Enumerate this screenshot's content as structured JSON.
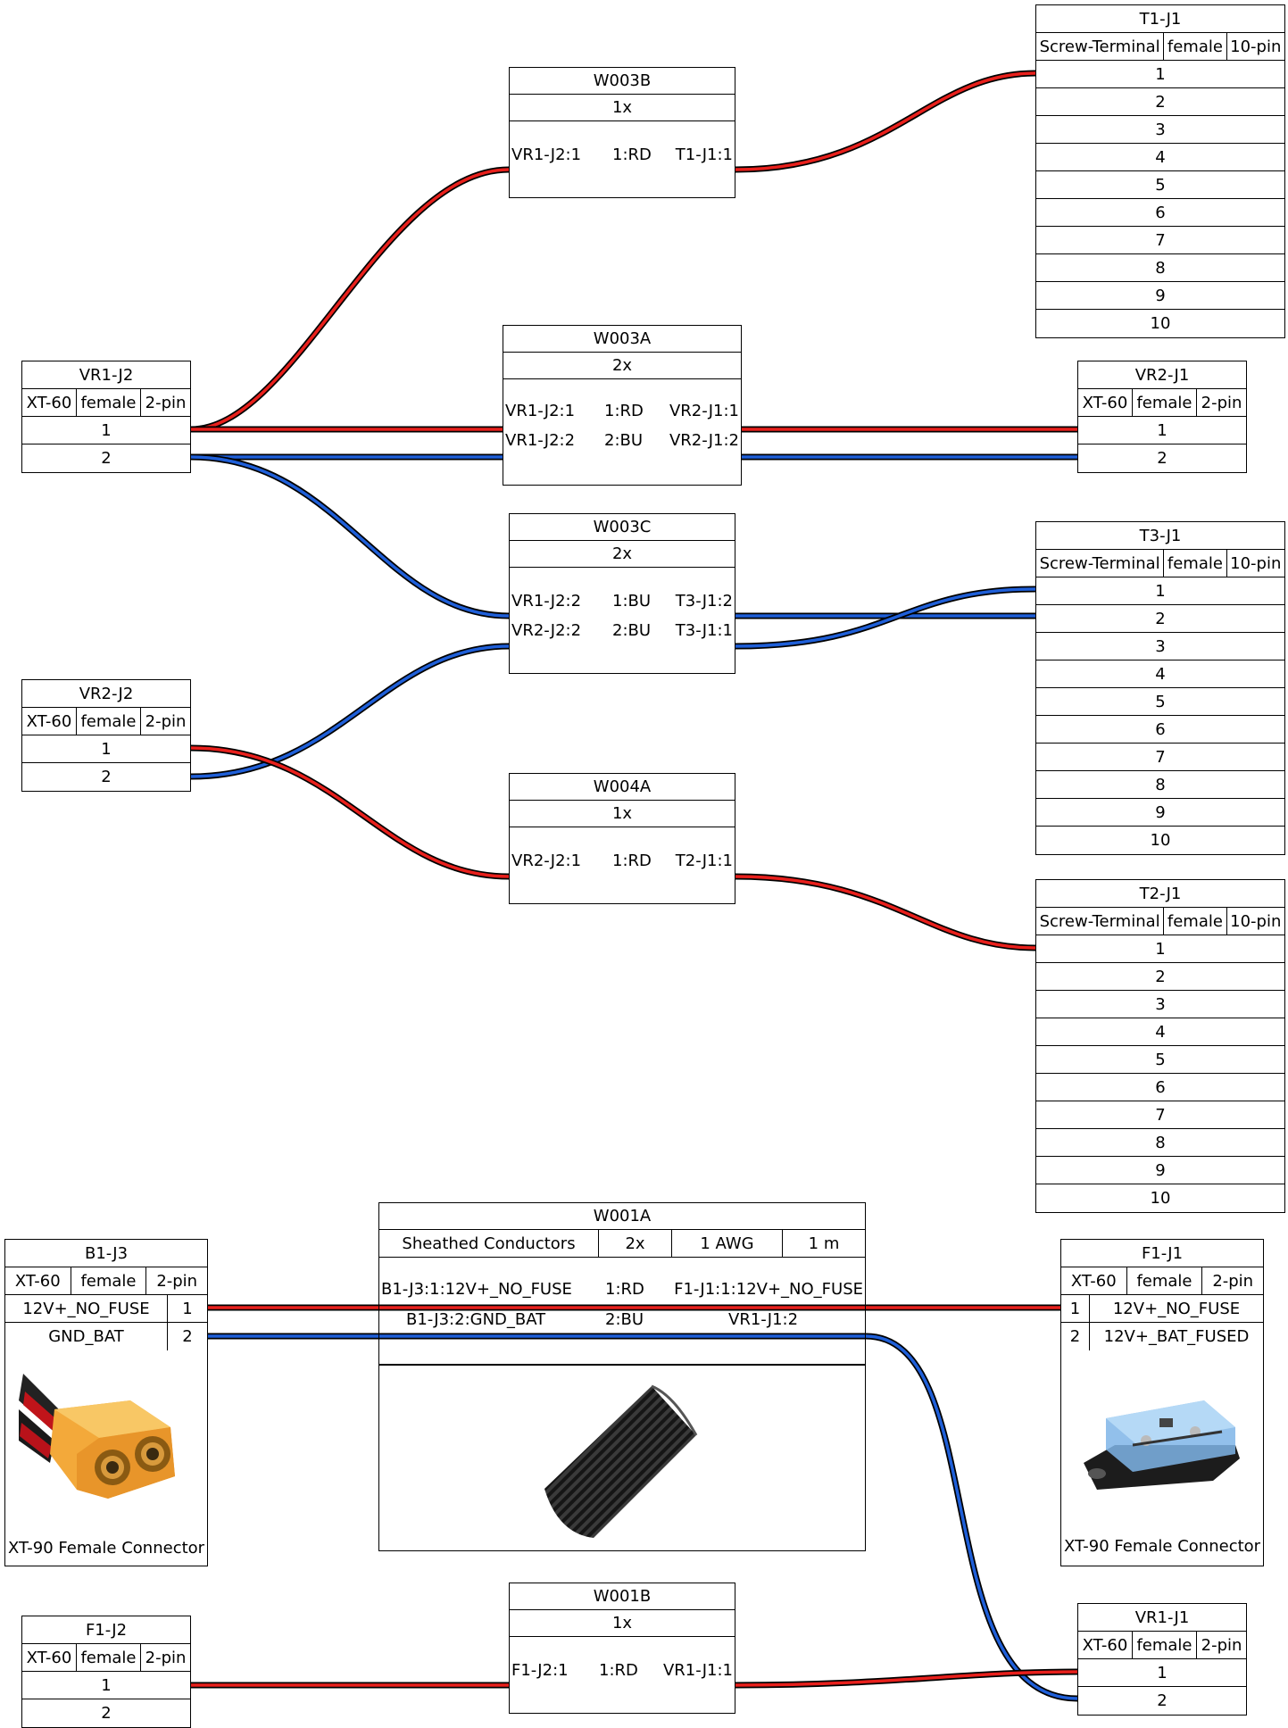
{
  "connectors": {
    "t1j1": {
      "title": "T1-J1",
      "type": "Screw-Terminal",
      "gender": "female",
      "pins": "10-pin",
      "pin_labels": [
        "1",
        "2",
        "3",
        "4",
        "5",
        "6",
        "7",
        "8",
        "9",
        "10"
      ]
    },
    "vr1j2": {
      "title": "VR1-J2",
      "type": "XT-60",
      "gender": "female",
      "pins": "2-pin",
      "pin_labels": [
        "1",
        "2"
      ]
    },
    "vr2j1": {
      "title": "VR2-J1",
      "type": "XT-60",
      "gender": "female",
      "pins": "2-pin",
      "pin_labels": [
        "1",
        "2"
      ]
    },
    "t3j1": {
      "title": "T3-J1",
      "type": "Screw-Terminal",
      "gender": "female",
      "pins": "10-pin",
      "pin_labels": [
        "1",
        "2",
        "3",
        "4",
        "5",
        "6",
        "7",
        "8",
        "9",
        "10"
      ]
    },
    "vr2j2": {
      "title": "VR2-J2",
      "type": "XT-60",
      "gender": "female",
      "pins": "2-pin",
      "pin_labels": [
        "1",
        "2"
      ]
    },
    "t2j1": {
      "title": "T2-J1",
      "type": "Screw-Terminal",
      "gender": "female",
      "pins": "10-pin",
      "pin_labels": [
        "1",
        "2",
        "3",
        "4",
        "5",
        "6",
        "7",
        "8",
        "9",
        "10"
      ]
    },
    "b1j3": {
      "title": "B1-J3",
      "type": "XT-60",
      "gender": "female",
      "pins": "2-pin",
      "pins_named": [
        {
          "name": "12V+_NO_FUSE",
          "num": "1"
        },
        {
          "name": "GND_BAT",
          "num": "2"
        }
      ],
      "caption": "XT-90 Female Connector"
    },
    "f1j1": {
      "title": "F1-J1",
      "type": "XT-60",
      "gender": "female",
      "pins": "2-pin",
      "pins_named": [
        {
          "num": "1",
          "name": "12V+_NO_FUSE"
        },
        {
          "num": "2",
          "name": "12V+_BAT_FUSED"
        }
      ],
      "caption": "XT-90 Female Connector"
    },
    "f1j2": {
      "title": "F1-J2",
      "type": "XT-60",
      "gender": "female",
      "pins": "2-pin",
      "pin_labels": [
        "1",
        "2"
      ]
    },
    "vr1j1": {
      "title": "VR1-J1",
      "type": "XT-60",
      "gender": "female",
      "pins": "2-pin",
      "pin_labels": [
        "1",
        "2"
      ]
    }
  },
  "cables": {
    "w003b": {
      "title": "W003B",
      "count": "1x",
      "wires": [
        {
          "from": "VR1-J2:1",
          "wire": "1:RD",
          "to": "T1-J1:1"
        }
      ]
    },
    "w003a": {
      "title": "W003A",
      "count": "2x",
      "wires": [
        {
          "from": "VR1-J2:1",
          "wire": "1:RD",
          "to": "VR2-J1:1"
        },
        {
          "from": "VR1-J2:2",
          "wire": "2:BU",
          "to": "VR2-J1:2"
        }
      ]
    },
    "w003c": {
      "title": "W003C",
      "count": "2x",
      "wires": [
        {
          "from": "VR1-J2:2",
          "wire": "1:BU",
          "to": "T3-J1:2"
        },
        {
          "from": "VR2-J2:2",
          "wire": "2:BU",
          "to": "T3-J1:1"
        }
      ]
    },
    "w004a": {
      "title": "W004A",
      "count": "1x",
      "wires": [
        {
          "from": "VR2-J2:1",
          "wire": "1:RD",
          "to": "T2-J1:1"
        }
      ]
    },
    "w001a": {
      "title": "W001A",
      "type": "Sheathed Conductors",
      "count": "2x",
      "gauge": "1 AWG",
      "length": "1 m",
      "wires": [
        {
          "from": "B1-J3:1:12V+_NO_FUSE",
          "wire": "1:RD",
          "to": "F1-J1:1:12V+_NO_FUSE"
        },
        {
          "from": "B1-J3:2:GND_BAT",
          "wire": "2:BU",
          "to": "VR1-J1:2"
        }
      ]
    },
    "w001b": {
      "title": "W001B",
      "count": "1x",
      "wires": [
        {
          "from": "F1-J2:1",
          "wire": "1:RD",
          "to": "VR1-J1:1"
        }
      ]
    }
  },
  "colors": {
    "red": "#e8201c",
    "blue": "#1f5fd8",
    "outline": "#000000"
  },
  "icons": [
    "xt90-connector-photo",
    "braided-sleeve-photo",
    "fuse-holder-photo"
  ]
}
